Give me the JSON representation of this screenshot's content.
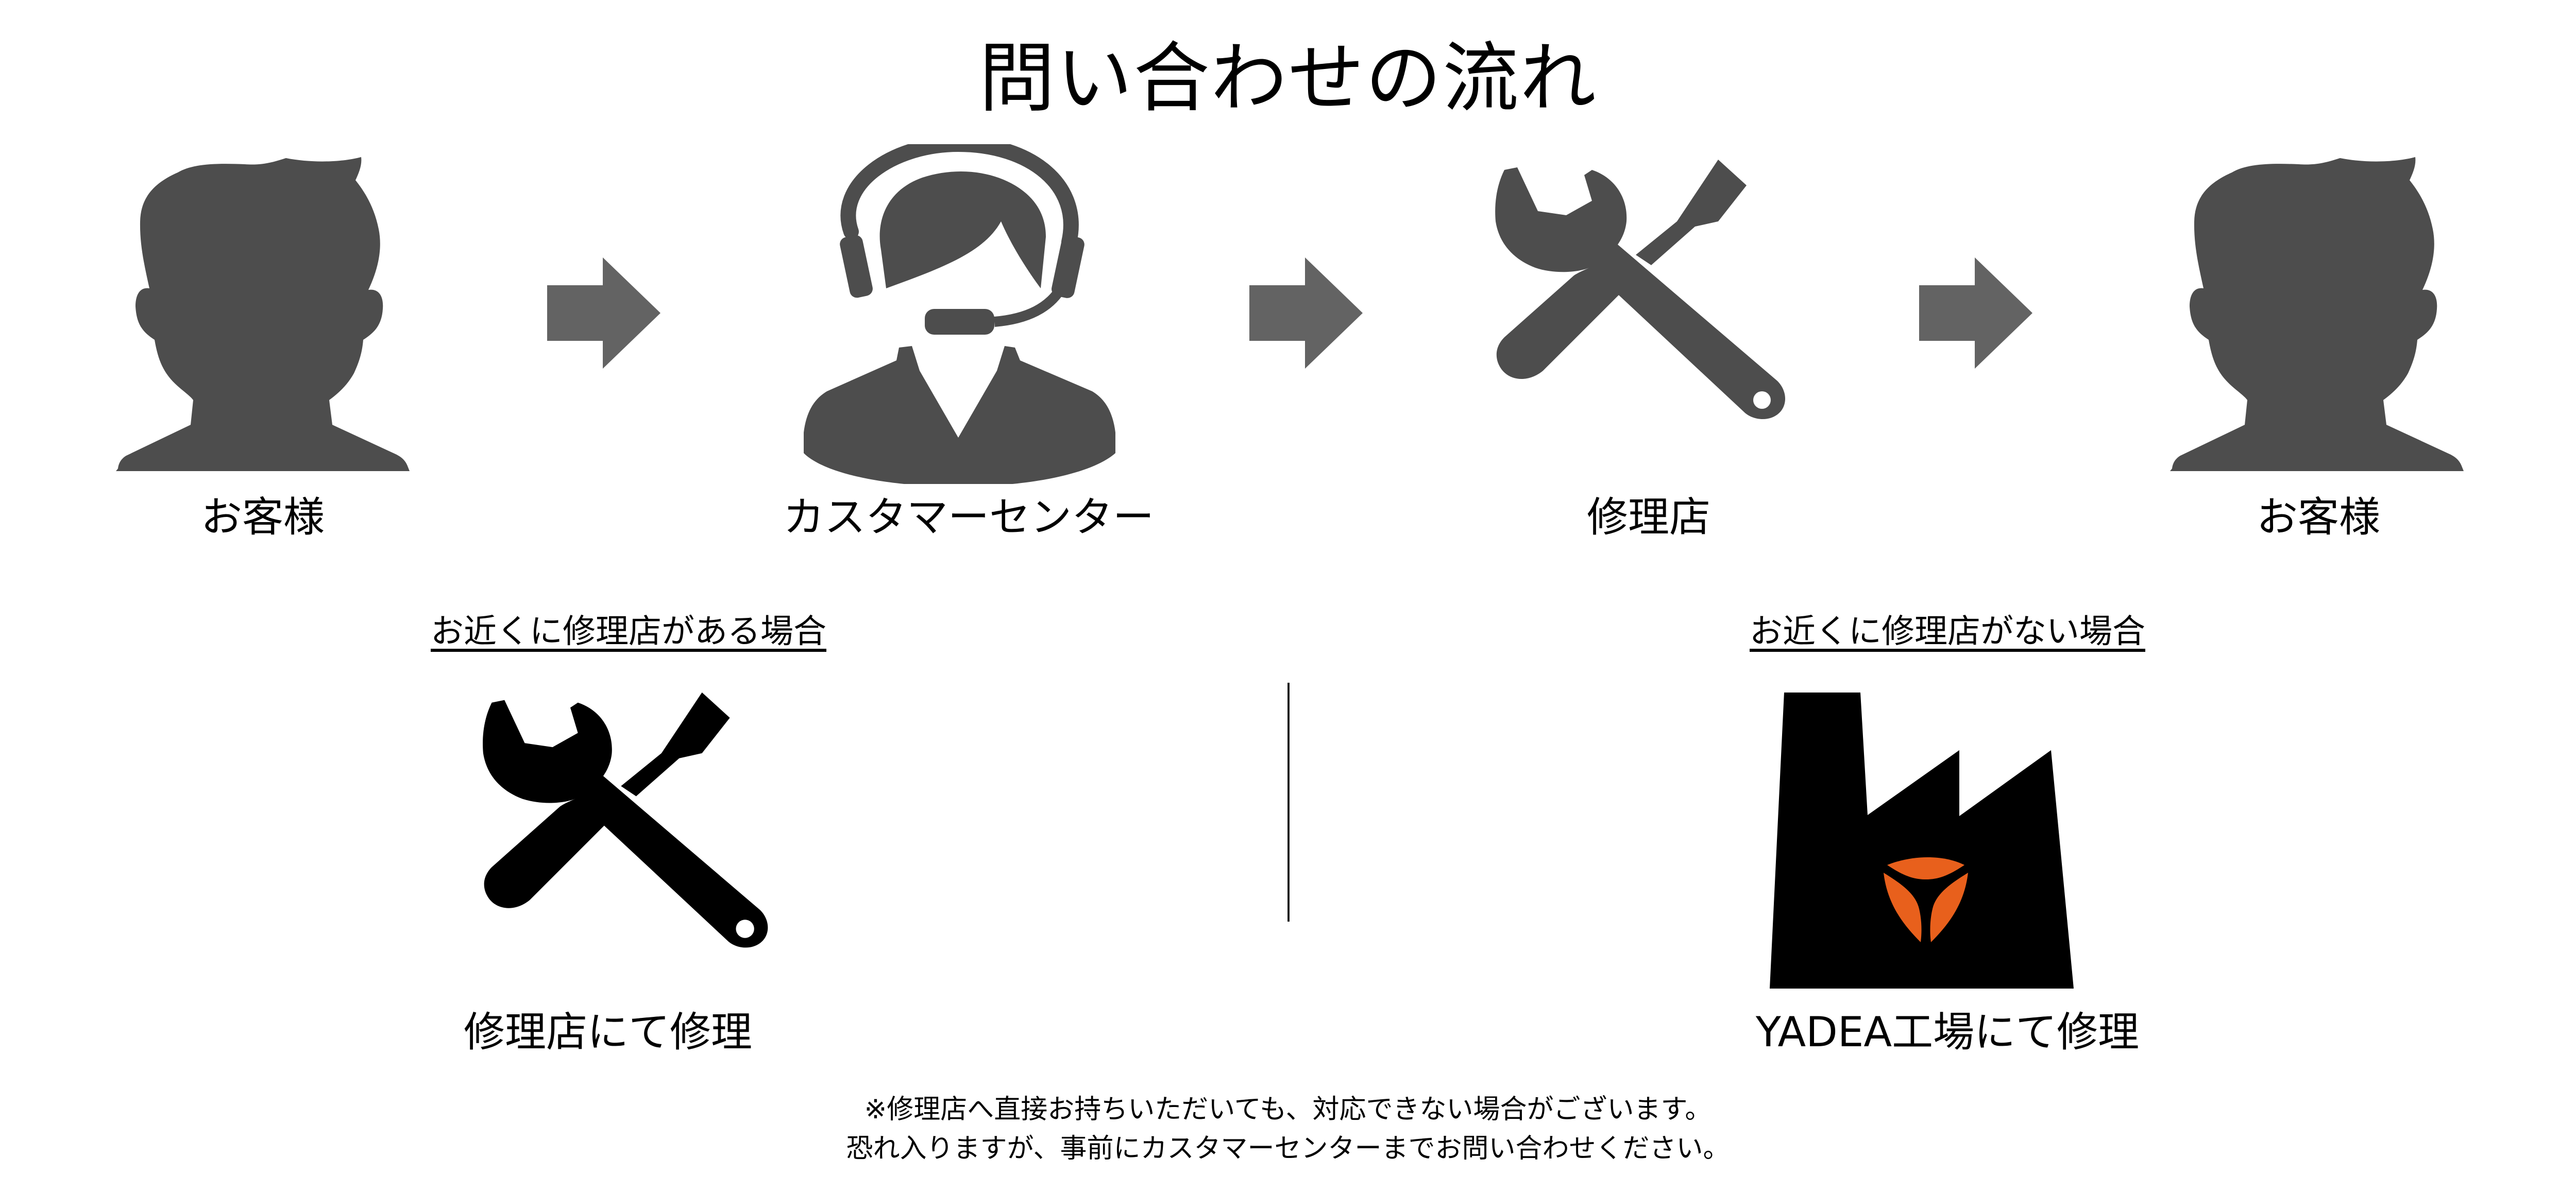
{
  "title": "問い合わせの流れ",
  "colors": {
    "icon_gray": "#4d4d4d",
    "arrow_gray": "#636363",
    "icon_black": "#000000",
    "logo_orange": "#e8601c",
    "text": "#000000",
    "background": "#ffffff"
  },
  "flow": {
    "steps": [
      {
        "label": "お客様",
        "icon": "customer-silhouette-icon"
      },
      {
        "label": "カスタマーセンター",
        "icon": "headset-operator-icon"
      },
      {
        "label": "修理店",
        "icon": "wrench-screwdriver-icon"
      },
      {
        "label": "お客様",
        "icon": "customer-silhouette-icon"
      }
    ],
    "arrows": [
      "arrow-right-icon",
      "arrow-right-icon",
      "arrow-right-icon"
    ]
  },
  "cases": {
    "left": {
      "heading": "お近くに修理店がある場合",
      "icon": "wrench-screwdriver-icon",
      "label": "修理店にて修理"
    },
    "right": {
      "heading": "お近くに修理店がない場合",
      "icon": "factory-icon",
      "logo": "yadea-logo-icon",
      "label": "YADEA工場にて修理"
    }
  },
  "note": {
    "line1": "※修理店へ直接お持ちいただいても、対応できない場合がございます。",
    "line2": "恐れ入りますが、事前にカスタマーセンターまでお問い合わせください。"
  }
}
